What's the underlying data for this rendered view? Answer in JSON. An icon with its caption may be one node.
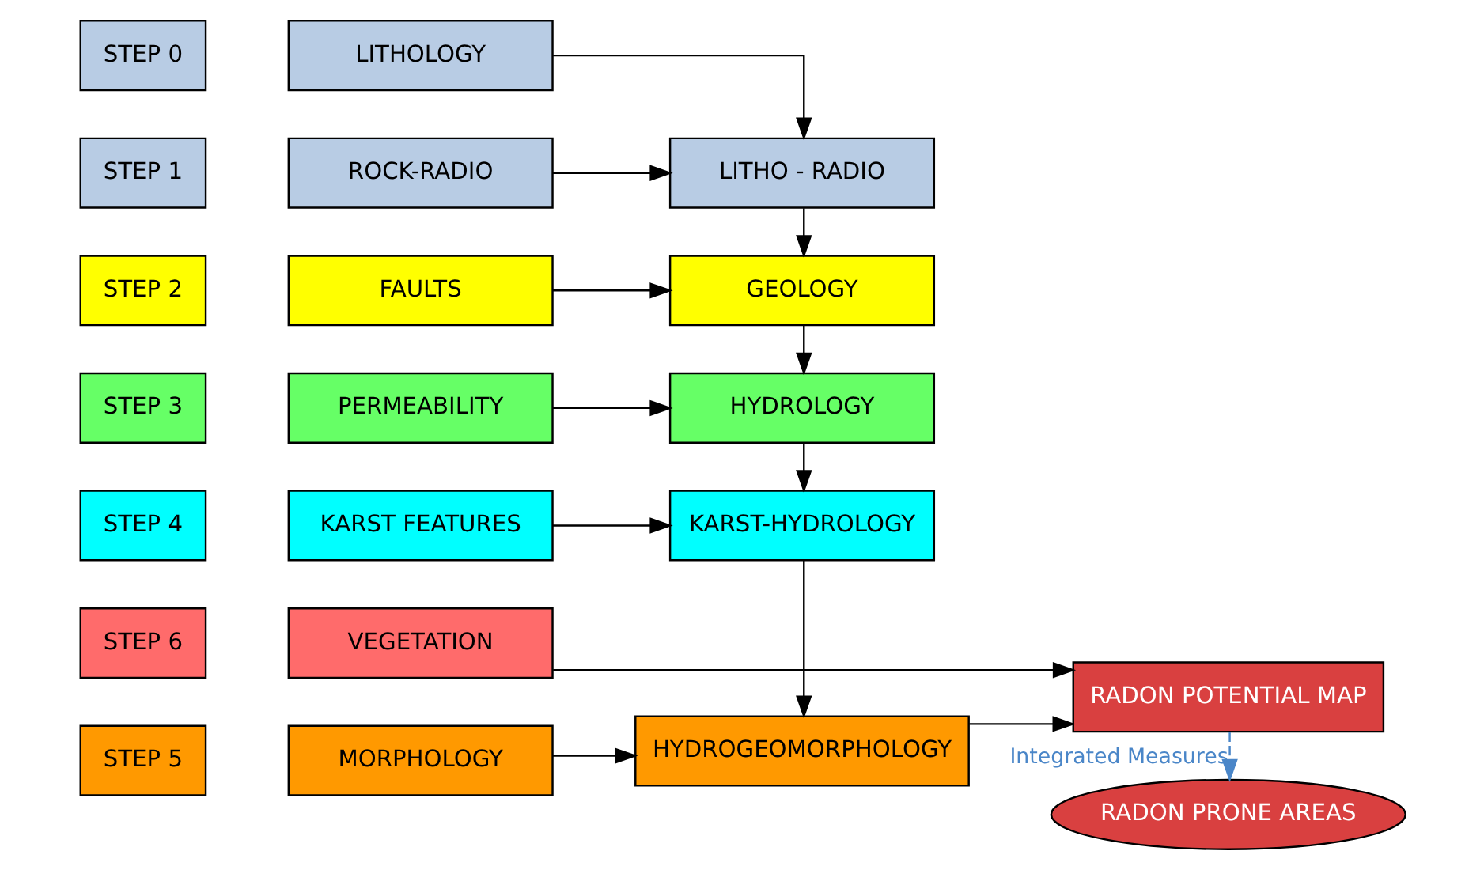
{
  "diagram": {
    "nodes": [
      {
        "text": [
          "STEP 0"
        ]
      },
      {
        "text": [
          "STEP 1"
        ]
      },
      {
        "text": [
          "STEP 2"
        ]
      },
      {
        "text": [
          "STEP 3"
        ]
      },
      {
        "text": [
          "STEP 4"
        ]
      },
      {
        "text": [
          "STEP 5"
        ]
      },
      {
        "text": [
          "STEP 6"
        ]
      },
      {
        "text": [
          "LITHOLOGY"
        ]
      },
      {
        "text": [
          "LITHO - RADIO"
        ]
      },
      {
        "text": [
          "ROCK-RADIO"
        ]
      },
      {
        "text": [
          "FAULTS"
        ]
      },
      {
        "text": [
          "GEOLOGY"
        ]
      },
      {
        "text": [
          "RADON PRONE AREAS"
        ]
      },
      {
        "text": [
          "PERMEABILITY"
        ]
      },
      {
        "text": [
          "HYDROLOGY"
        ]
      },
      {
        "text": [
          "KARST FEATURES"
        ]
      },
      {
        "text": [
          "KARST-HYDROLOGY"
        ]
      },
      {
        "text": [
          "MORPHOLOGY"
        ]
      },
      {
        "text": [
          "HYDROGEOMORPHOLOGY"
        ]
      },
      {
        "text": [
          "VEGETATION"
        ]
      },
      {
        "text": [
          "RADON POTENTIAL MAP"
        ]
      }
    ],
    "edges": [
      {
        "from": 7,
        "to": 8,
        "arrow": "to"
      },
      {
        "from": 9,
        "to": 8,
        "arrow": "to"
      },
      {
        "from": 8,
        "to": 11,
        "arrow": "to"
      },
      {
        "from": 10,
        "to": 11,
        "arrow": "to"
      },
      {
        "from": 11,
        "to": 14,
        "arrow": "to"
      },
      {
        "from": 13,
        "to": 14,
        "arrow": "to"
      },
      {
        "from": 14,
        "to": 16,
        "arrow": "to"
      },
      {
        "from": 15,
        "to": 16,
        "arrow": "to"
      },
      {
        "from": 16,
        "to": 18,
        "arrow": "to"
      },
      {
        "from": 17,
        "to": 18,
        "arrow": "to"
      },
      {
        "from": 18,
        "to": 20,
        "arrow": "to"
      },
      {
        "from": 19,
        "to": 20,
        "arrow": "to"
      },
      {
        "from": 20,
        "to": 12,
        "arrow": "to",
        "label": "Integrated Measures",
        "style": "dashed",
        "color": "#4a86c8"
      }
    ]
  }
}
